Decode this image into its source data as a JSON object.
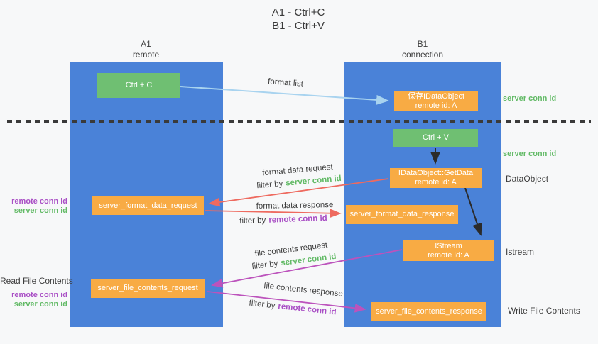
{
  "title": {
    "line1": "A1 - Ctrl+C",
    "line2": "B1 - Ctrl+V"
  },
  "left_column": {
    "header_top": "A1",
    "header_bottom": "remote"
  },
  "right_column": {
    "header_top": "B1",
    "header_bottom": "connection"
  },
  "nodes": {
    "ctrl_c_label": "Ctrl + C",
    "ctrl_v_label": "Ctrl + V",
    "save_idataobject_line1": "保存IDataObject",
    "save_idataobject_line2": "remote id: A",
    "getdata_line1": "IDataObject::GetData",
    "getdata_line2": "remote id: A",
    "istream_line1": "IStream",
    "istream_line2": "remote id: A",
    "server_format_data_request": "server_format_data_request",
    "server_format_data_response": "server_format_data_response",
    "server_file_contents_request": "server_file_contents_request",
    "server_file_contents_response": "server_file_contents_response"
  },
  "side_labels": {
    "server_conn_id_top": "server conn id",
    "server_conn_id_mid": "server conn id",
    "dataobject": "DataObject",
    "istream": "Istream",
    "write_file_contents": "Write File Contents",
    "read_file_contents": "Read File Contents",
    "left_pair1_remote": "remote conn id",
    "left_pair1_server": "server conn id",
    "left_pair2_remote": "remote conn id",
    "left_pair2_server": "server conn id"
  },
  "arrow_labels": {
    "format_list": "format list",
    "format_data_request": "format data request",
    "format_data_response": "format data response",
    "file_contents_request": "file contents request",
    "file_contents_response": "file contents response",
    "filter_prefix": "filter by",
    "filter_server_conn_id": "server conn id",
    "filter_remote_conn_id": "remote conn id"
  },
  "colors": {
    "column_blue": "#4a82d8",
    "box_green": "#6fbf72",
    "box_orange": "#f8ab44",
    "arrow_blue": "#a8d3ef",
    "arrow_black": "#2b2b2b",
    "arrow_red": "#ee6a5f",
    "arrow_magenta": "#bc53bc",
    "text_green": "#62ba66",
    "text_purple": "#a94fc5",
    "text_dark": "#3d3d3d",
    "background": "#f7f8f9"
  }
}
